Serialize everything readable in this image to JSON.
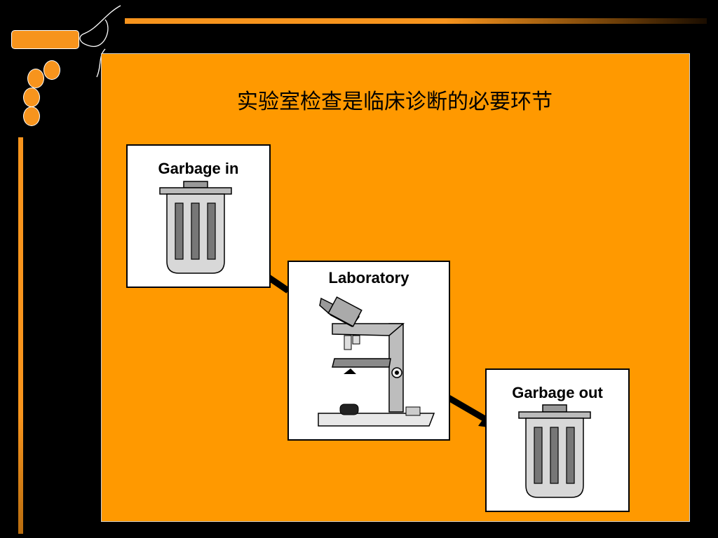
{
  "slide": {
    "title": "实验室检查是临床诊断的必要环节"
  },
  "diagram": {
    "boxes": [
      {
        "id": "input",
        "label": "Garbage in",
        "icon": "trash-can-icon"
      },
      {
        "id": "lab",
        "label": "Laboratory",
        "icon": "microscope-icon"
      },
      {
        "id": "output",
        "label": "Garbage out",
        "icon": "trash-can-icon"
      }
    ]
  },
  "colors": {
    "accent": "#f7941d",
    "slide_background": "#ff9900",
    "page_background": "#000000"
  }
}
